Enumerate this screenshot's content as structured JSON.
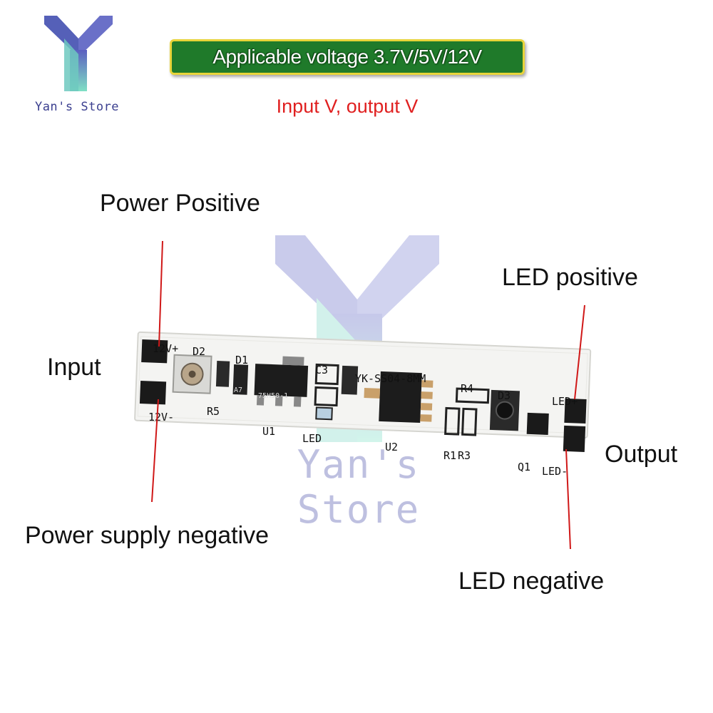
{
  "store": {
    "name": "Yan's Store",
    "colors": {
      "logo_top": "#5b5fc0",
      "logo_bottom": "#7fe0c4"
    }
  },
  "banner": {
    "text": "Applicable voltage 3.7V/5V/12V",
    "colors": {
      "background": "#1f7a2a",
      "border": "#e8d43a"
    }
  },
  "subtitle": {
    "text": "Input V, output V",
    "color": "#e02020"
  },
  "labels": {
    "power_positive": "Power Positive",
    "input": "Input",
    "power_supply_negative": "Power supply negative",
    "led_positive": "LED positive",
    "output": "Output",
    "led_negative": "LED negative"
  },
  "board": {
    "model": "YK-SS04-8MM",
    "regulator_marking": "75H50-1",
    "diode_marking": "A7",
    "pads": {
      "in_pos": "12V+",
      "in_neg": "12V-",
      "out_pos": "LED+",
      "out_neg": "LED-"
    },
    "components": {
      "d1": "D1",
      "d2": "D2",
      "d3": "D3",
      "r1": "R1",
      "r3": "R3",
      "r4": "R4",
      "r5": "R5",
      "c3": "C3",
      "u1": "U1",
      "u2": "U2",
      "q1": "Q1",
      "led": "LED"
    }
  },
  "watermark": {
    "text": "Yan's Store"
  },
  "colors": {
    "pointer_line": "#d01818",
    "pcb": "#f4f4f2"
  }
}
